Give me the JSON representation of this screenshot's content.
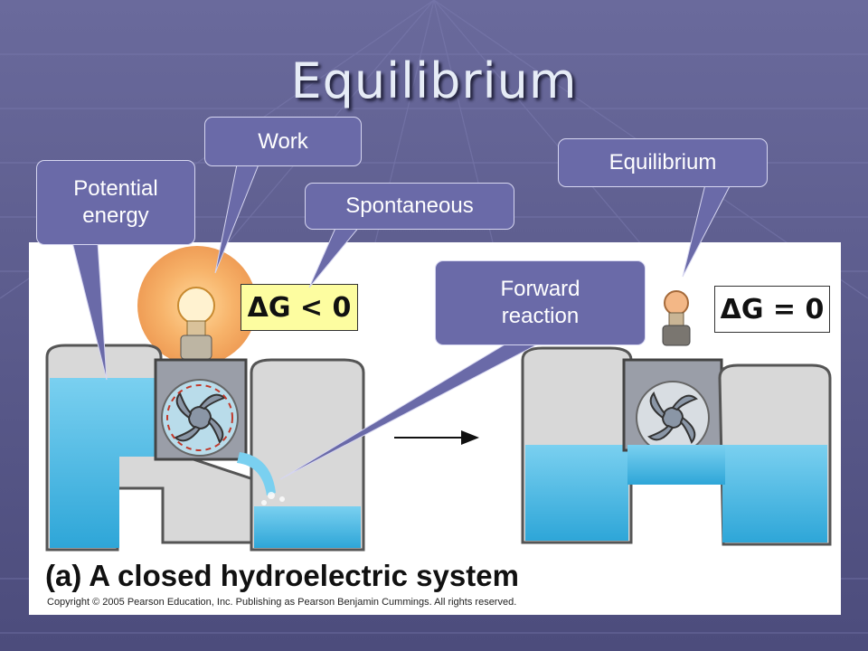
{
  "slide": {
    "title": "Equilibrium"
  },
  "callouts": {
    "potential_energy": "Potential energy",
    "work": "Work",
    "spontaneous": "Spontaneous",
    "equilibrium": "Equilibrium",
    "forward_reaction": "Forward reaction"
  },
  "figure": {
    "left_delta_g": "ΔG < 0",
    "right_delta_g": "ΔG = 0",
    "caption": "(a) A closed hydroelectric system",
    "copyright": "Copyright © 2005 Pearson Education, Inc. Publishing as Pearson Benjamin Cummings. All rights reserved."
  },
  "colors": {
    "background": "#5a5a8a",
    "callout_fill": "#6a6aa8",
    "water": "#3fb5e0",
    "left_label_fill": "#fdfda0"
  }
}
